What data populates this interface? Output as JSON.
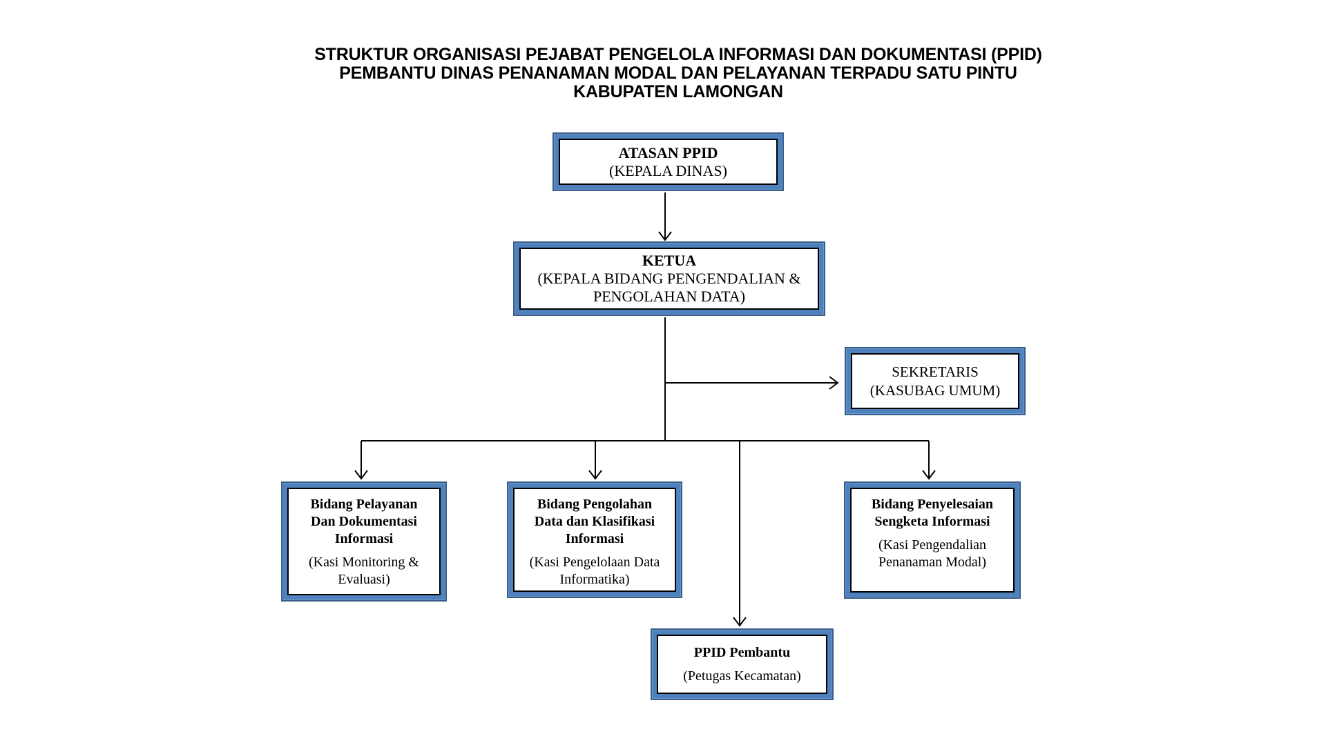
{
  "title_lines": [
    "STRUKTUR ORGANISASI PEJABAT PENGELOLA INFORMASI DAN DOKUMENTASI (PPID)",
    "PEMBANTU DINAS PENANAMAN MODAL DAN PELAYANAN TERPADU SATU PINTU",
    "KABUPATEN LAMONGAN"
  ],
  "nodes": {
    "atasan": {
      "title": "ATASAN PPID",
      "subtitle_lines": [
        "(KEPALA DINAS)"
      ]
    },
    "ketua": {
      "title": "KETUA",
      "subtitle_lines": [
        "(KEPALA BIDANG PENGENDALIAN &",
        "PENGOLAHAN DATA)"
      ]
    },
    "sekretaris": {
      "title": "SEKRETARIS",
      "subtitle_lines": [
        "(KASUBAG UMUM)"
      ]
    },
    "bidang_pelayanan": {
      "title_lines": [
        "Bidang Pelayanan",
        "Dan Dokumentasi",
        "Informasi"
      ],
      "subtitle_lines": [
        "(Kasi Monitoring &",
        "Evaluasi)"
      ]
    },
    "bidang_pengolahan": {
      "title_lines": [
        "Bidang Pengolahan",
        "Data dan Klasifikasi",
        "Informasi"
      ],
      "subtitle_lines": [
        "(Kasi Pengelolaan Data",
        "Informatika)"
      ]
    },
    "bidang_penyelesaian": {
      "title_lines": [
        "Bidang Penyelesaian",
        "Sengketa Informasi"
      ],
      "subtitle_lines": [
        "(Kasi Pengendalian",
        "Penanaman Modal)"
      ]
    },
    "ppid_pembantu": {
      "title": "PPID Pembantu",
      "subtitle_lines": [
        "(Petugas Kecamatan)"
      ]
    }
  },
  "edges": [
    {
      "from": "atasan",
      "to": "ketua"
    },
    {
      "from": "ketua",
      "to": "sekretaris"
    },
    {
      "from": "ketua",
      "to": "bidang_pelayanan"
    },
    {
      "from": "ketua",
      "to": "bidang_pengolahan"
    },
    {
      "from": "ketua",
      "to": "bidang_penyelesaian"
    },
    {
      "from": "ketua",
      "to": "ppid_pembantu"
    }
  ],
  "colors": {
    "box_band": "#4f81bd",
    "box_outer_line": "#385d8a",
    "box_inner_line": "#000000",
    "connector": "#000000",
    "text": "#000000",
    "background": "#ffffff"
  }
}
